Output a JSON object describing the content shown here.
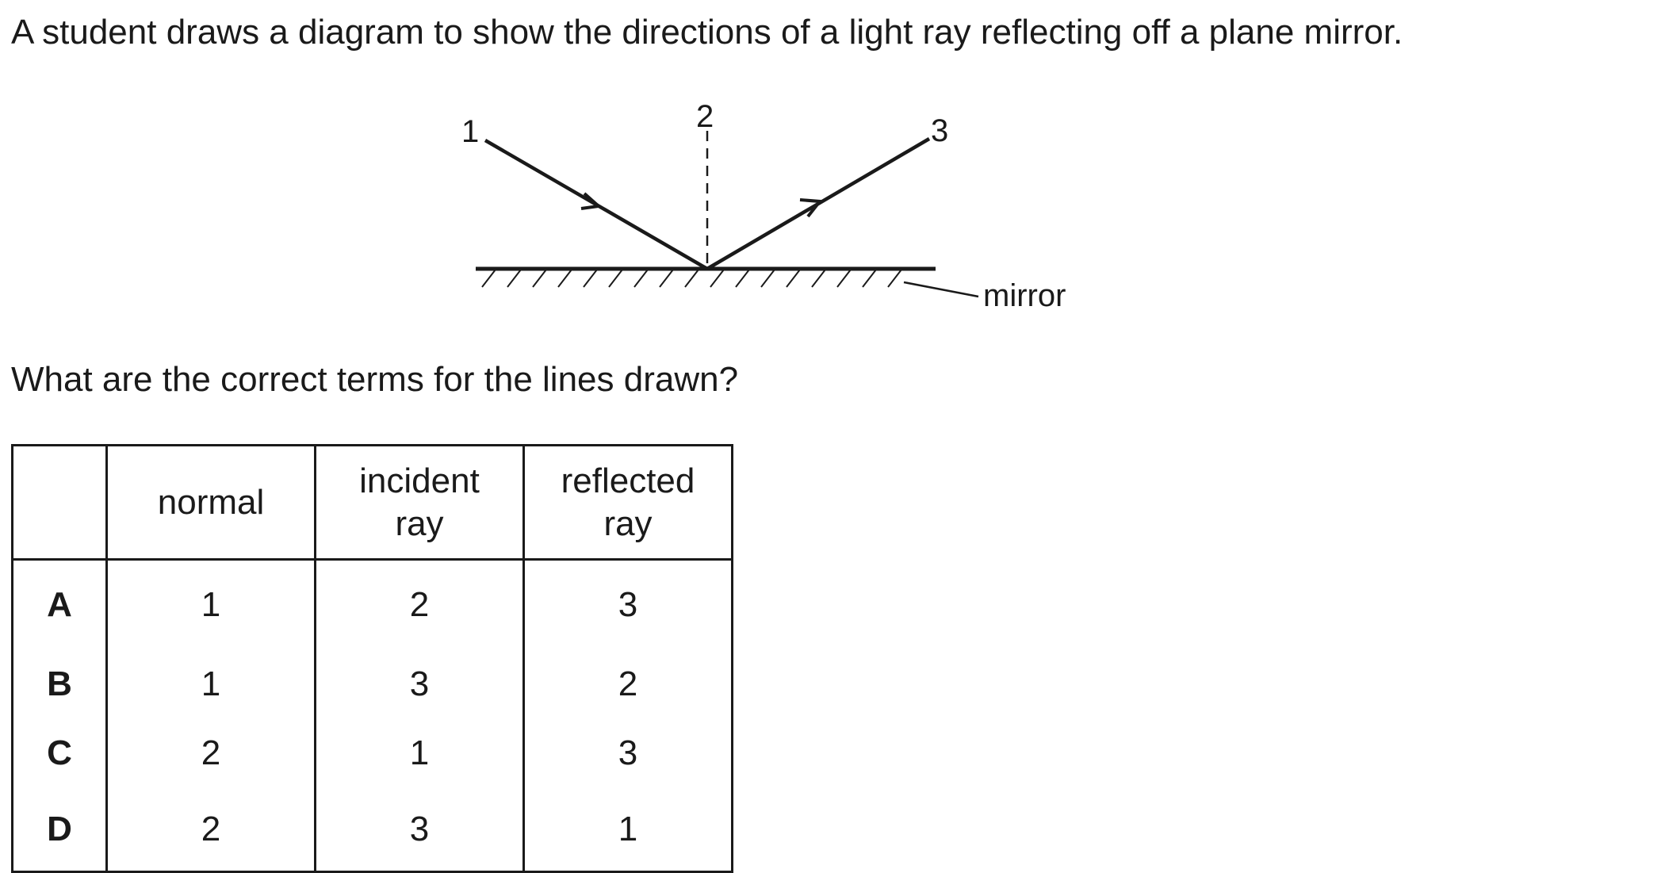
{
  "intro_text": "A student draws a diagram to show the directions of a light ray reflecting off a plane mirror.",
  "diagram": {
    "label_1": "1",
    "label_2": "2",
    "label_3": "3",
    "mirror_label": "mirror"
  },
  "question_text": "What are the correct terms for the lines drawn?",
  "table": {
    "headers": {
      "corner": "",
      "normal_line1": "normal",
      "incident_line1": "incident",
      "incident_line2": "ray",
      "reflected_line1": "reflected",
      "reflected_line2": "ray"
    },
    "rows": [
      {
        "option": "A",
        "normal": "1",
        "incident": "2",
        "reflected": "3"
      },
      {
        "option": "B",
        "normal": "1",
        "incident": "3",
        "reflected": "2"
      },
      {
        "option": "C",
        "normal": "2",
        "incident": "1",
        "reflected": "3"
      },
      {
        "option": "D",
        "normal": "2",
        "incident": "3",
        "reflected": "1"
      }
    ]
  }
}
